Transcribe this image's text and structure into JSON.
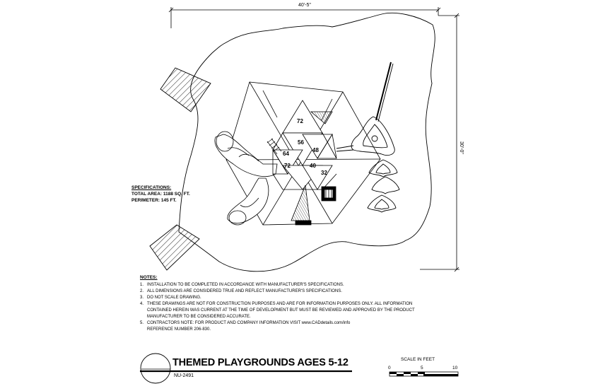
{
  "dimensions": {
    "width": "40'-5\"",
    "height": "30'-0\""
  },
  "specifications": {
    "heading": "SPECIFICATIONS:",
    "total_area": "TOTAL AREA: 1188 SQ. FT.",
    "perimeter": "PERIMETER: 145 FT."
  },
  "notes": {
    "heading": "NOTES:",
    "items": [
      {
        "num": "1.",
        "lines": [
          "INSTALLATION TO BE COMPLETED IN ACCORDANCE WITH MANUFACTURER'S SPECIFICATIONS."
        ]
      },
      {
        "num": "2.",
        "lines": [
          "ALL DIMENSIONS ARE CONSIDERED TRUE AND REFLECT MANUFACTURER'S SPECIFICATIONS."
        ]
      },
      {
        "num": "3.",
        "lines": [
          "DO NOT SCALE DRAWING."
        ]
      },
      {
        "num": "4.",
        "lines": [
          "THESE DRAWINGS ARE NOT FOR CONSTRUCTION PURPOSES AND ARE FOR INFORMATION PURPOSES ONLY. ALL INFORMATION",
          "CONTAINED HEREIN WAS CURRENT AT THE TIME OF DEVELOPMENT BUT MUST BE REVIEWED AND APPROVED BY THE PRODUCT",
          "MANUFACTURER TO BE CONSIDERED ACCURATE."
        ]
      },
      {
        "num": "5.",
        "lines": [
          "CONTRACTORS NOTE: FOR PRODUCT AND COMPANY INFORMATION VISIT www.CADdetails.com/info",
          "REFERENCE NUMBER 206-830."
        ]
      }
    ]
  },
  "title_block": {
    "title": "THEMED PLAYGROUNDS AGES 5-12",
    "code": "NU-2491"
  },
  "scale_bar": {
    "label": "SCALE IN FEET",
    "ticks": [
      "0",
      "5",
      "10"
    ]
  },
  "deck_labels": [
    "72",
    "56",
    "48",
    "64",
    "72",
    "40",
    "32"
  ]
}
